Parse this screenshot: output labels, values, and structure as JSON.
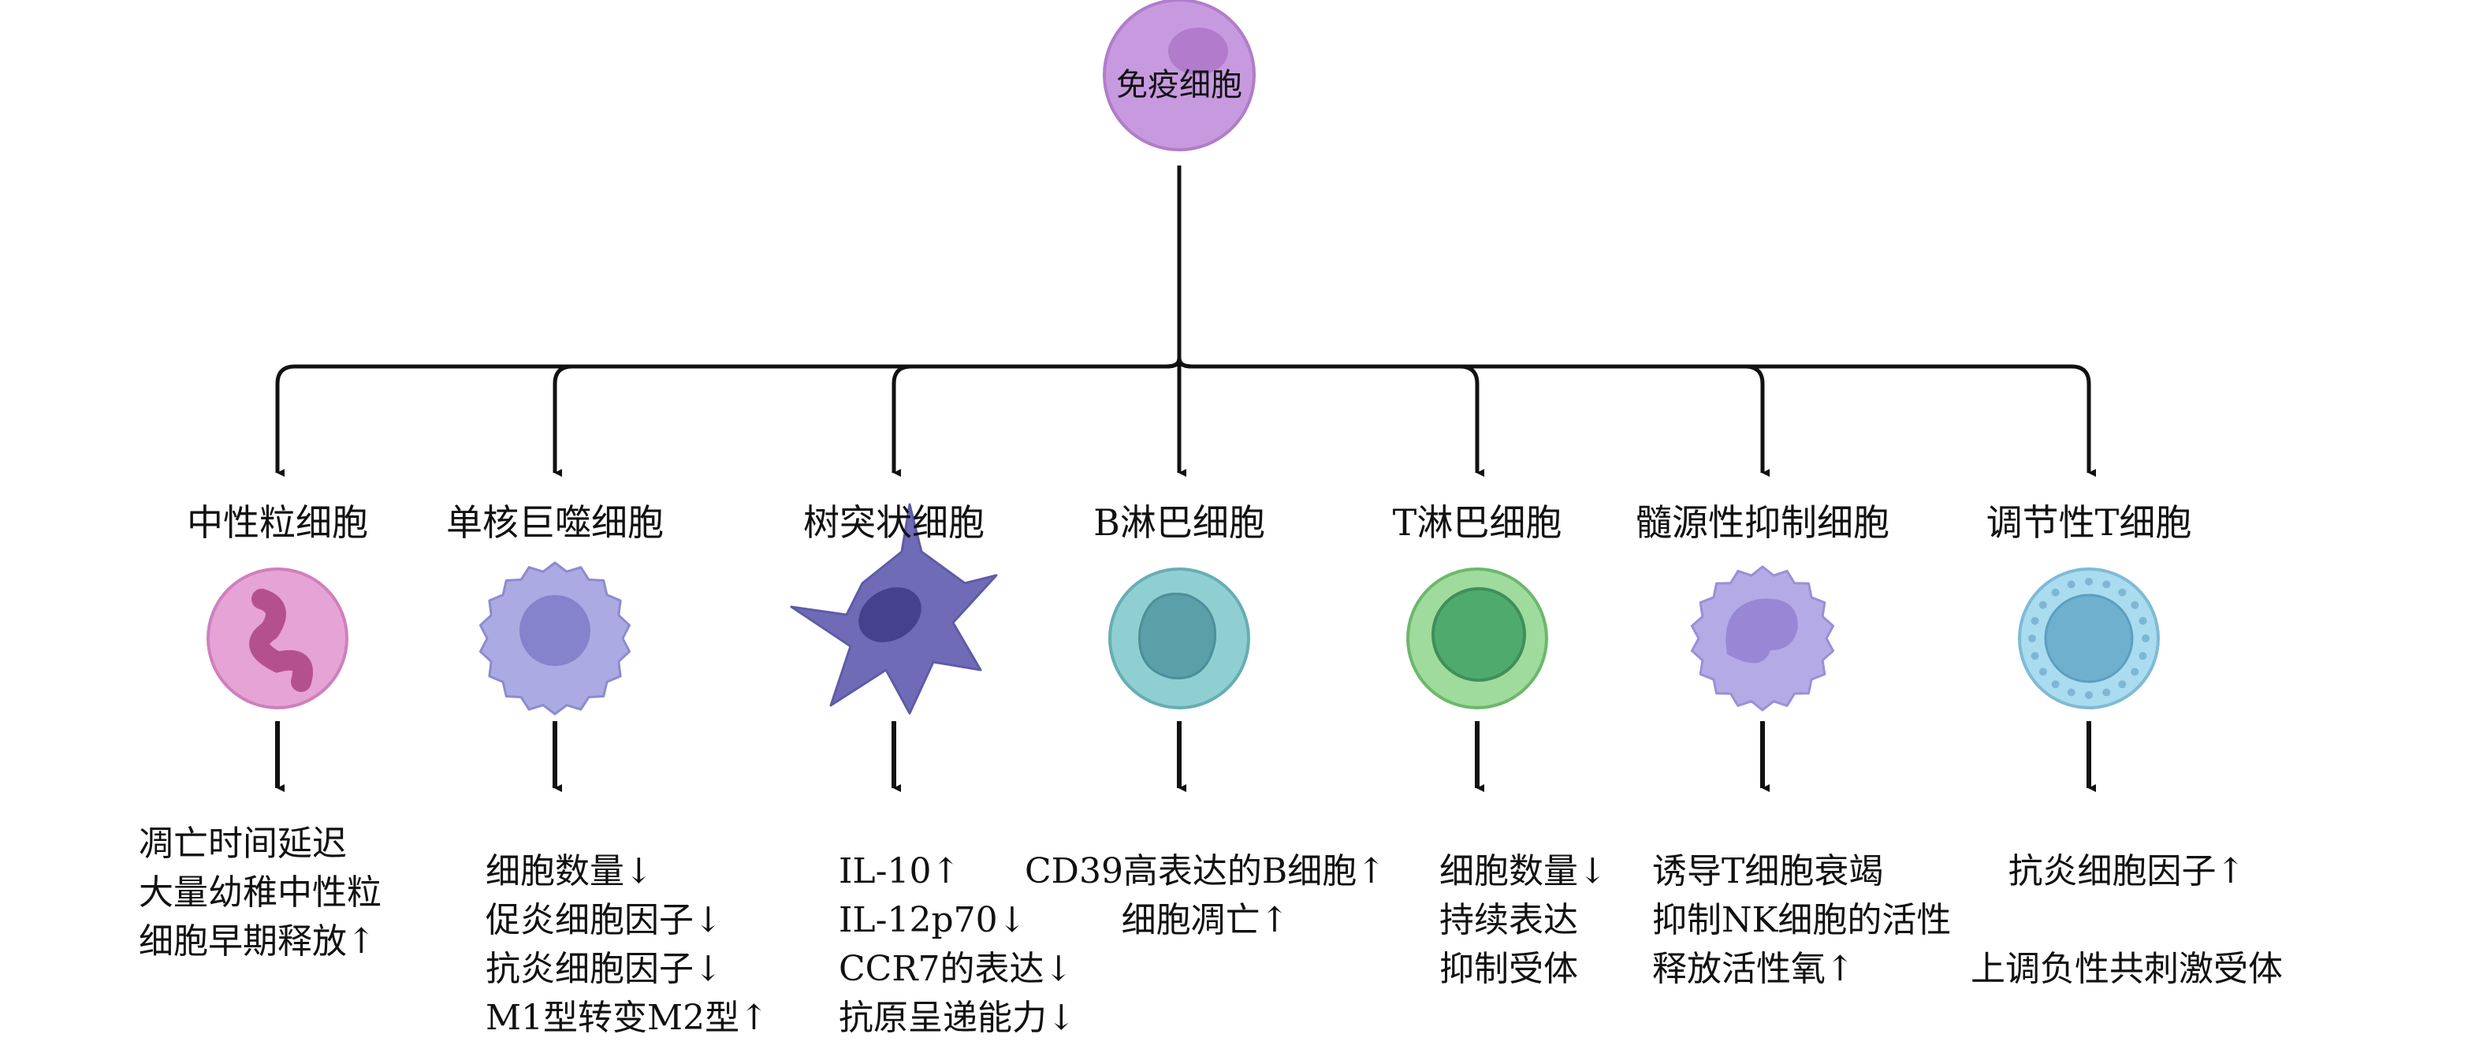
{
  "root": {
    "label": "免疫细胞",
    "color": "#c79ae0"
  },
  "cells": [
    {
      "label": "中性粒细胞",
      "lines": [
        "凋亡时间延迟",
        "大量幼稚中性粒",
        "细胞早期释放↑"
      ],
      "color": "#e6a3d5",
      "nucleus": "#b5508e"
    },
    {
      "label": "单核巨噬细胞",
      "lines": [
        "细胞数量↓",
        "促炎细胞因子↓",
        "抗炎细胞因子↓",
        "M1型转变M2型↑"
      ],
      "color": "#abaae2",
      "nucleus": "#8483cb"
    },
    {
      "label": "树突状细胞",
      "lines": [
        "IL-10↑",
        "IL-12p70↓",
        "CCR7的表达↓",
        "抗原呈递能力↓"
      ],
      "color": "#6f6bb6",
      "nucleus": "#45418c"
    },
    {
      "label": "B淋巴细胞",
      "lines": [
        "CD39高表达的B细胞↑",
        "细胞凋亡↑"
      ],
      "color": "#8fcfd2",
      "nucleus": "#5b9fa9"
    },
    {
      "label": "T淋巴细胞",
      "lines": [
        "细胞数量↓",
        "持续表达",
        "抑制受体"
      ],
      "color": "#9fdb9c",
      "nucleus": "#4fab6d"
    },
    {
      "label": "髓源性抑制细胞",
      "lines": [
        "诱导T细胞衰竭",
        "抑制NK细胞的活性",
        "释放活性氧↑"
      ],
      "color": "#b4aae6",
      "nucleus": "#9987d5"
    },
    {
      "label": "调节性T细胞",
      "lines": [
        "抗炎细胞因子↑",
        "",
        "上调负性共刺激受体"
      ],
      "color": "#aadcef",
      "nucleus": "#6fb0cf"
    }
  ]
}
